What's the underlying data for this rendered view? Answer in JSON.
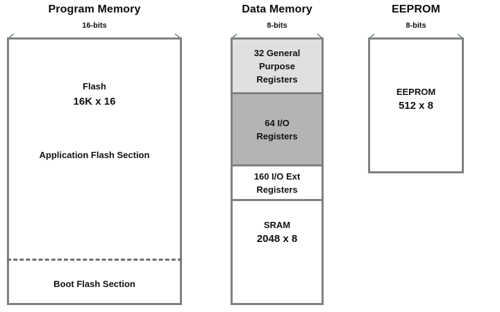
{
  "diagram": {
    "title_hidden": "AVR Memory Organization",
    "columns": [
      {
        "id": "program-memory",
        "title": "Program Memory",
        "width_label": "16-bits",
        "segments": [
          {
            "id": "flash",
            "lines": [
              "Flash",
              "16K x 16"
            ],
            "fill": "#ffffff"
          },
          {
            "id": "application-flash-section",
            "lines": [
              "Application Flash Section"
            ],
            "fill": "#ffffff"
          },
          {
            "id": "boot-flash-section",
            "lines": [
              "Boot Flash Section"
            ],
            "fill": "#ffffff"
          }
        ]
      },
      {
        "id": "data-memory",
        "title": "Data Memory",
        "width_label": "8-bits",
        "segments": [
          {
            "id": "general-purpose-registers",
            "lines": [
              "32 General",
              "Purpose",
              "Registers"
            ],
            "fill": "#e0e0e0"
          },
          {
            "id": "io-registers",
            "lines": [
              "64 I/O",
              "Registers"
            ],
            "fill": "#b4b4b4"
          },
          {
            "id": "io-ext-registers",
            "lines": [
              "160 I/O Ext",
              "Registers"
            ],
            "fill": "#ffffff"
          },
          {
            "id": "sram",
            "lines": [
              "SRAM",
              "2048 x 8"
            ],
            "fill": "#ffffff"
          }
        ]
      },
      {
        "id": "eeprom",
        "title": "EEPROM",
        "width_label": "8-bits",
        "segments": [
          {
            "id": "eeprom-block",
            "lines": [
              "EEPROM",
              "512 x 8"
            ],
            "fill": "#ffffff"
          }
        ]
      }
    ],
    "colors": {
      "box_border": "#808080",
      "dimension_arrow": "#4f6a6a",
      "fill_light_gray": "#e0e0e0",
      "fill_dark_gray": "#b4b4b4",
      "background": "#ffffff",
      "dashed_divider": "#6e6e6e"
    }
  }
}
